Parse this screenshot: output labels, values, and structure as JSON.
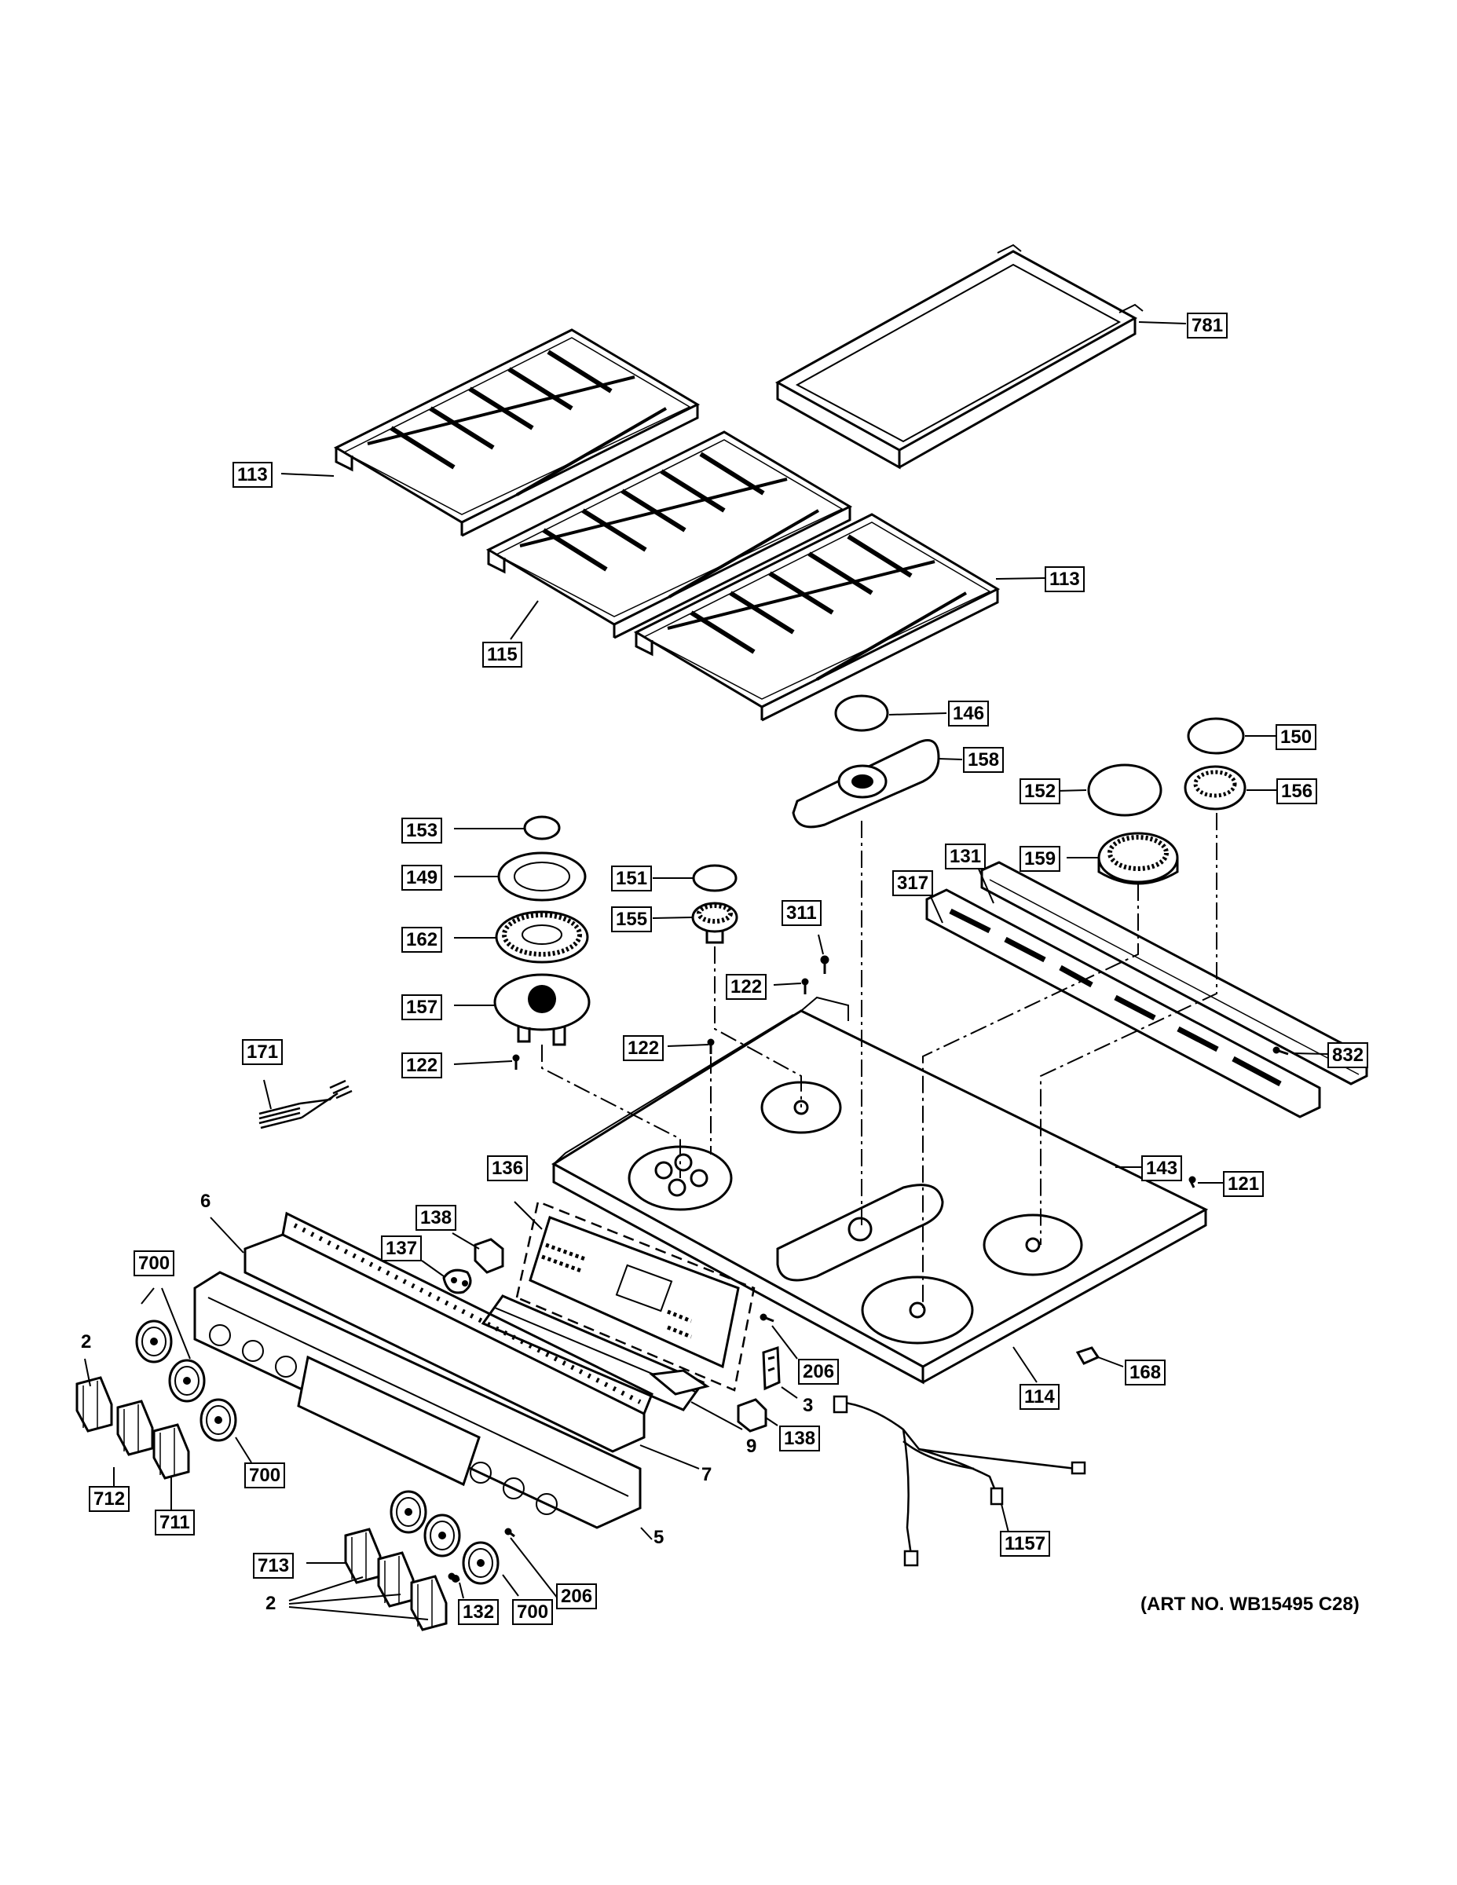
{
  "art_number": "(ART NO. WB15495 C28)",
  "callouts": [
    {
      "id": "c781",
      "text": "781",
      "box": true
    },
    {
      "id": "c113a",
      "text": "113",
      "box": true
    },
    {
      "id": "c113b",
      "text": "113",
      "box": true
    },
    {
      "id": "c115",
      "text": "115",
      "box": true
    },
    {
      "id": "c146",
      "text": "146",
      "box": true
    },
    {
      "id": "c150",
      "text": "150",
      "box": true
    },
    {
      "id": "c158",
      "text": "158",
      "box": true
    },
    {
      "id": "c152",
      "text": "152",
      "box": true
    },
    {
      "id": "c156",
      "text": "156",
      "box": true
    },
    {
      "id": "c153",
      "text": "153",
      "box": true
    },
    {
      "id": "c131",
      "text": "131",
      "box": true
    },
    {
      "id": "c159",
      "text": "159",
      "box": true
    },
    {
      "id": "c317",
      "text": "317",
      "box": true
    },
    {
      "id": "c149",
      "text": "149",
      "box": true
    },
    {
      "id": "c151",
      "text": "151",
      "box": true
    },
    {
      "id": "c311",
      "text": "311",
      "box": true
    },
    {
      "id": "c155",
      "text": "155",
      "box": true
    },
    {
      "id": "c162",
      "text": "162",
      "box": true
    },
    {
      "id": "c122a",
      "text": "122",
      "box": true
    },
    {
      "id": "c157",
      "text": "157",
      "box": true
    },
    {
      "id": "c122b",
      "text": "122",
      "box": true
    },
    {
      "id": "c171",
      "text": "171",
      "box": true
    },
    {
      "id": "c122c",
      "text": "122",
      "box": true
    },
    {
      "id": "c832",
      "text": "832",
      "box": true
    },
    {
      "id": "c136",
      "text": "136",
      "box": true
    },
    {
      "id": "c143",
      "text": "143",
      "box": true
    },
    {
      "id": "c121",
      "text": "121",
      "box": true
    },
    {
      "id": "c6",
      "text": "6",
      "box": false
    },
    {
      "id": "c138a",
      "text": "138",
      "box": true
    },
    {
      "id": "c137",
      "text": "137",
      "box": true
    },
    {
      "id": "c700a",
      "text": "700",
      "box": true
    },
    {
      "id": "c2a",
      "text": "2",
      "box": false
    },
    {
      "id": "c206a",
      "text": "206",
      "box": true
    },
    {
      "id": "c168",
      "text": "168",
      "box": true
    },
    {
      "id": "c114",
      "text": "114",
      "box": true
    },
    {
      "id": "c3",
      "text": "3",
      "box": false
    },
    {
      "id": "c138b",
      "text": "138",
      "box": true
    },
    {
      "id": "c9",
      "text": "9",
      "box": false
    },
    {
      "id": "c7",
      "text": "7",
      "box": false
    },
    {
      "id": "c700b",
      "text": "700",
      "box": true
    },
    {
      "id": "c712",
      "text": "712",
      "box": true
    },
    {
      "id": "c711",
      "text": "711",
      "box": true
    },
    {
      "id": "c1157",
      "text": "1157",
      "box": true
    },
    {
      "id": "c5",
      "text": "5",
      "box": false
    },
    {
      "id": "c713",
      "text": "713",
      "box": true
    },
    {
      "id": "c2b",
      "text": "2",
      "box": false
    },
    {
      "id": "c132",
      "text": "132",
      "box": true
    },
    {
      "id": "c700c",
      "text": "700",
      "box": true
    },
    {
      "id": "c206b",
      "text": "206",
      "box": true
    }
  ]
}
